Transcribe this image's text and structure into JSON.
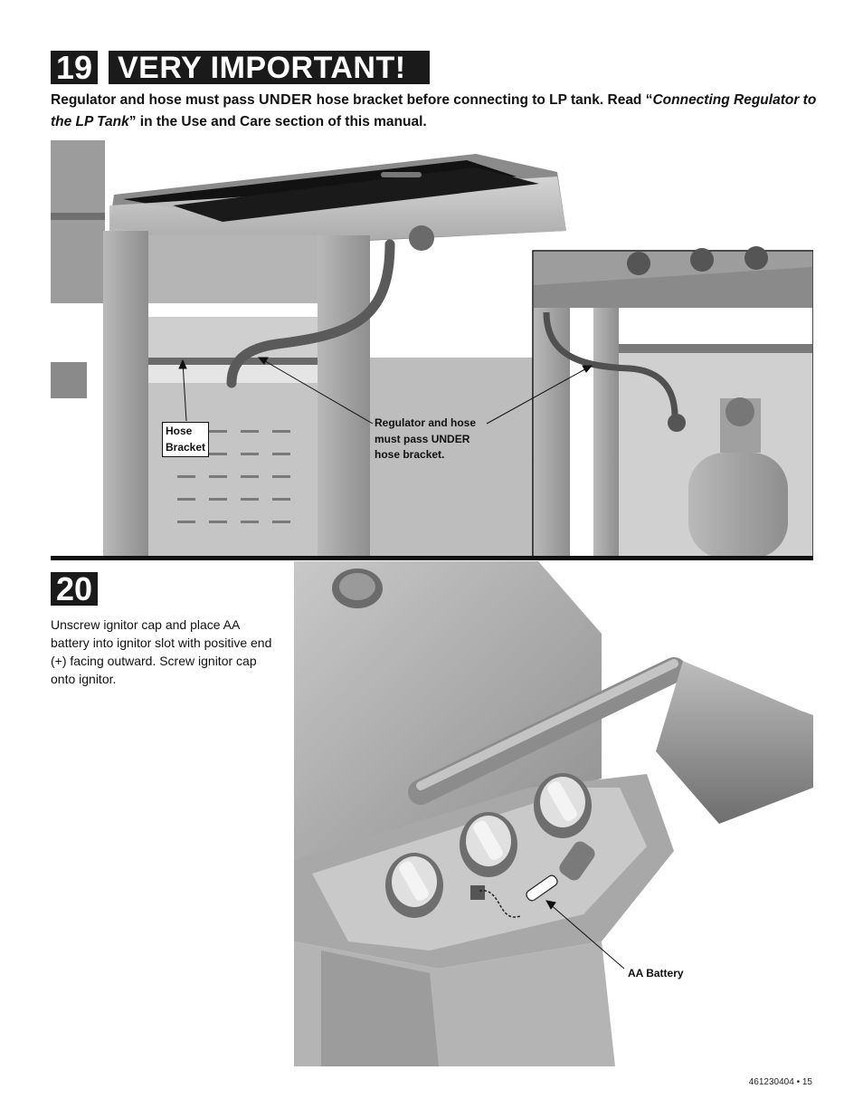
{
  "step19": {
    "number": "19",
    "banner": "VERY IMPORTANT!",
    "text_part1": "Regulator and hose must pass ",
    "text_under": "UNDER",
    "text_part2": " hose bracket before connecting to LP tank. Read “",
    "text_italic": "Connecting Regulator to the LP Tank",
    "text_part3": "” in the Use and Care section of this manual.",
    "callout_bracket_line1": "Hose",
    "callout_bracket_line2": "Bracket",
    "callout_regulator_line1": "Regulator and hose",
    "callout_regulator_line2": "must pass UNDER",
    "callout_regulator_line3": "hose bracket."
  },
  "step20": {
    "number": "20",
    "text": "Unscrew ignitor cap and place AA battery into ignitor slot with positive end (+) facing outward. Screw ignitor cap onto ignitor.",
    "callout_battery": "AA Battery"
  },
  "footer": {
    "doc_number": "461230404",
    "separator": "•",
    "page": "15"
  }
}
